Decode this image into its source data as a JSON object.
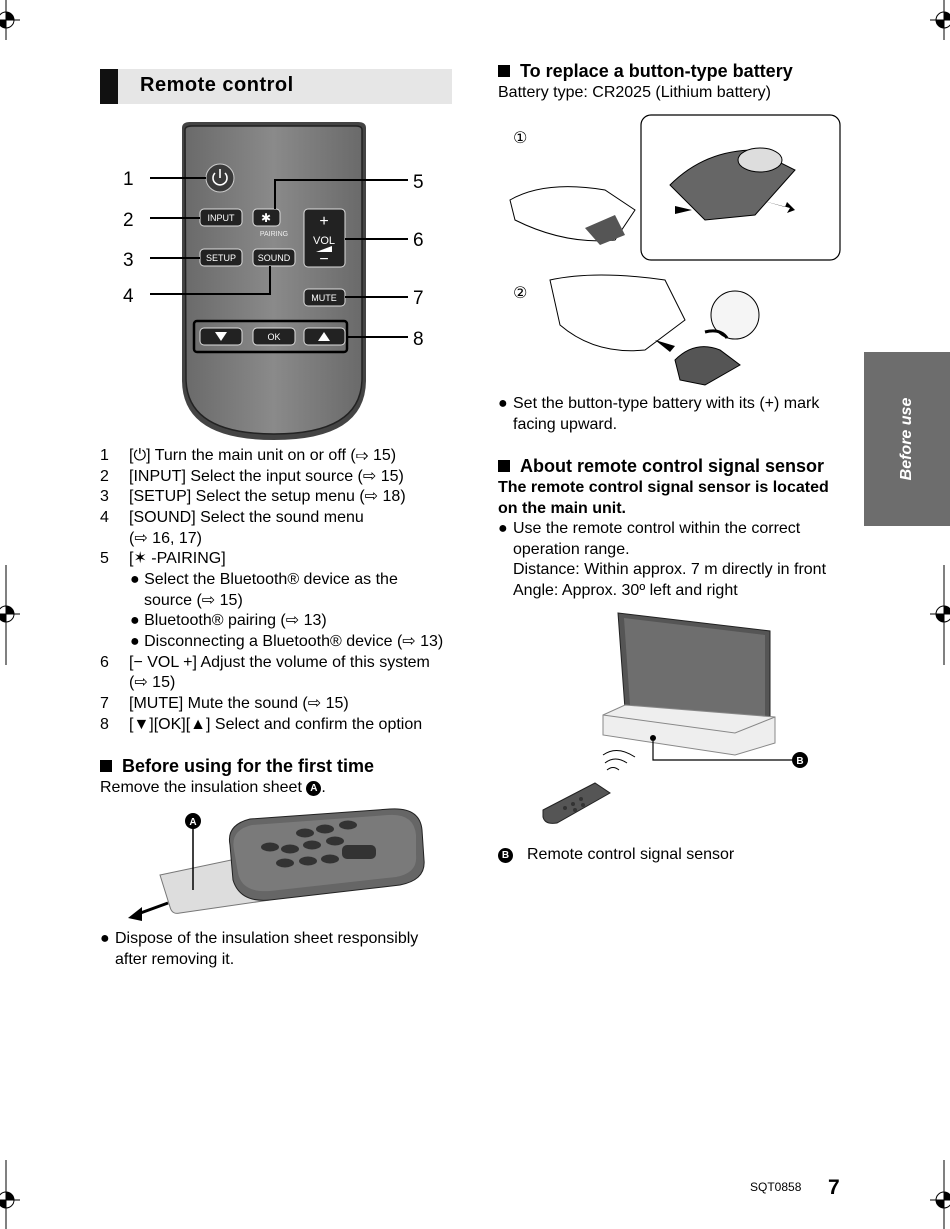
{
  "remote_section": {
    "title": "Remote control",
    "callouts": [
      "1",
      "2",
      "3",
      "4",
      "5",
      "6",
      "7",
      "8"
    ],
    "buttons": {
      "input": "INPUT",
      "setup": "SETUP",
      "sound": "SOUND",
      "pairing": "PAIRING",
      "vol": "VOL",
      "mute": "MUTE",
      "ok": "OK"
    },
    "items": [
      {
        "num": "1",
        "text": "[⏻] Turn the main unit on or off (⇨ 15)"
      },
      {
        "num": "2",
        "text": "[INPUT] Select the input source (⇨ 15)"
      },
      {
        "num": "3",
        "text": "[SETUP] Select the setup menu (⇨ 18)"
      },
      {
        "num": "4",
        "text": "[SOUND] Select the sound menu"
      },
      {
        "num": "",
        "text": "(⇨ 16, 17)"
      },
      {
        "num": "5",
        "text": "[✶ -PAIRING]"
      },
      {
        "num": "6",
        "text": "[− VOL +] Adjust the volume of this system"
      },
      {
        "num": "",
        "text": "(⇨ 15)"
      },
      {
        "num": "7",
        "text": "[MUTE] Mute the sound (⇨ 15)"
      },
      {
        "num": "8",
        "text": "[▼][OK][▲] Select and confirm the option"
      }
    ],
    "pairing_sub": [
      "Select the Bluetooth® device as the",
      "source (⇨ 15)",
      "Bluetooth® pairing (⇨ 13)",
      "Disconnecting a Bluetooth® device (⇨ 13)"
    ]
  },
  "first_time": {
    "title": "Before using for the first time",
    "text": "Remove the insulation sheet",
    "marker": "A",
    "bullet": [
      "Dispose of the insulation sheet responsibly",
      "after removing it."
    ]
  },
  "battery": {
    "title": "To replace a button-type battery",
    "type": "Battery type: CR2025 (Lithium battery)",
    "step1": "①",
    "step2": "②",
    "bullet": [
      "Set the button-type battery with its (+) mark",
      "facing upward."
    ]
  },
  "sensor": {
    "title": "About remote control signal sensor",
    "bold": [
      "The remote control signal sensor is located",
      "on the main unit."
    ],
    "bullet": [
      "Use the remote control within the correct",
      "operation range."
    ],
    "distance": "Distance: Within approx. 7 m directly in front",
    "angle": "Angle: Approx. 30º left and right",
    "marker": "B",
    "caption": "Remote control signal sensor"
  },
  "side_tab": "Before use",
  "footer": {
    "code": "SQT0858",
    "page": "7"
  },
  "colors": {
    "remote_body": "#7a7a7a",
    "header_band": "#e6e6e6",
    "tab": "#6d6d6d"
  }
}
